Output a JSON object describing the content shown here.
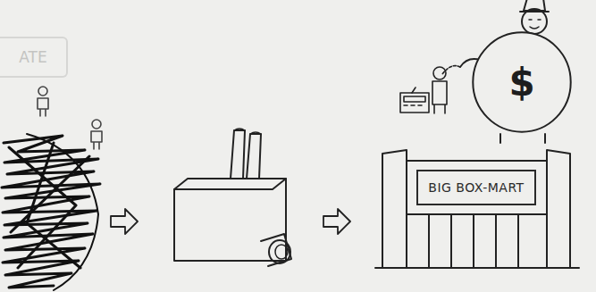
{
  "diagram": {
    "nodes": [
      {
        "text": [
          "ATE"
        ]
      },
      {
        "text": [
          "BIG BOX-MART"
        ]
      },
      {
        "text": [
          "$"
        ]
      }
    ]
  }
}
